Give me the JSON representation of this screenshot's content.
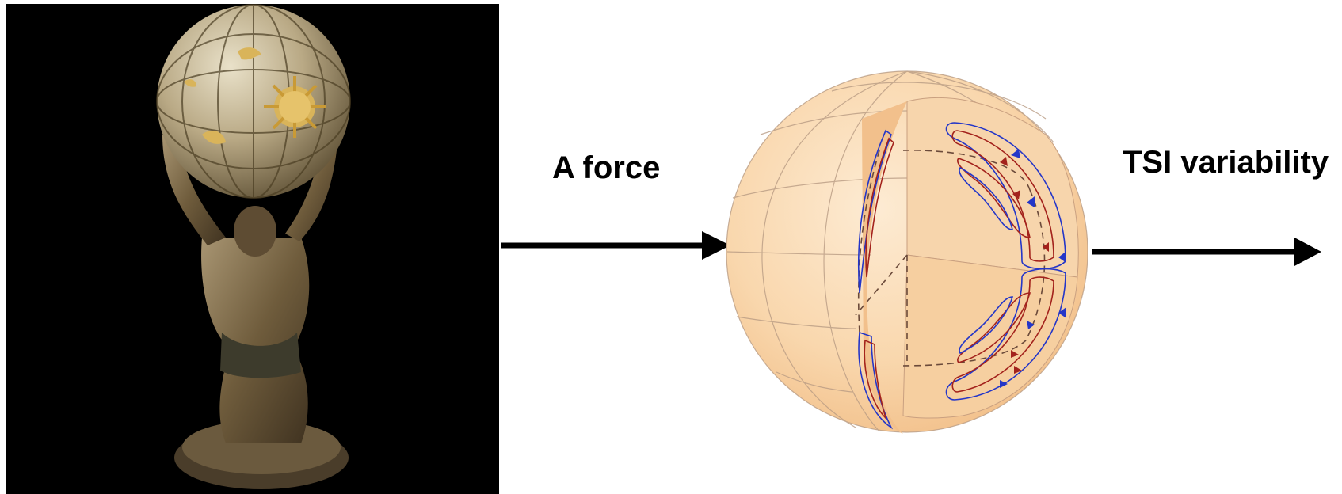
{
  "labels": {
    "force": "A force",
    "output": "TSI variability"
  },
  "icons": {
    "left_image": "atlas-statue-holding-celestial-globe",
    "center_image": "sun-cutaway-meridional-circulation-cells"
  },
  "colors": {
    "background": "#ffffff",
    "photo_background": "#000000",
    "arrow": "#000000",
    "sun_fill": "#f7cf9f",
    "sun_cut": "#f3c08c",
    "flow_red": "#a3221c",
    "flow_blue": "#2436c8"
  }
}
